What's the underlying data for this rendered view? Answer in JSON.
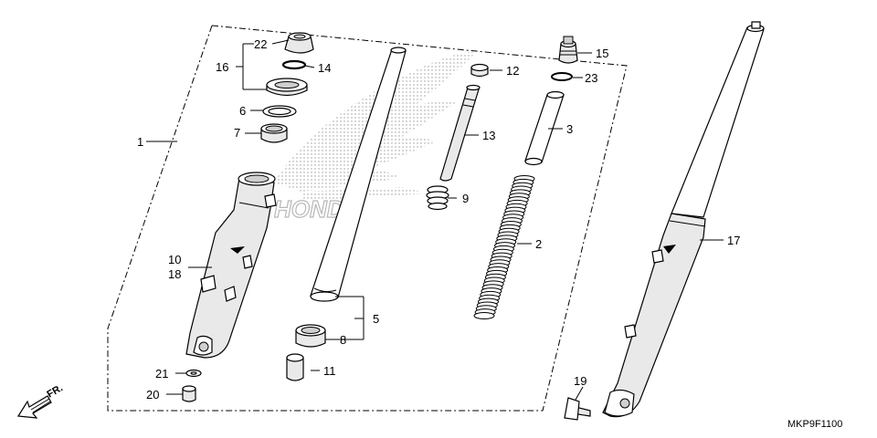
{
  "labels": {
    "p1": "1",
    "p2": "2",
    "p3": "3",
    "p5": "5",
    "p6": "6",
    "p7": "7",
    "p8": "8",
    "p9": "9",
    "p10": "10",
    "p11": "11",
    "p12": "12",
    "p13": "13",
    "p14": "14",
    "p15": "15",
    "p16": "16",
    "p17": "17",
    "p18": "18",
    "p19": "19",
    "p20": "20",
    "p21": "21",
    "p22": "22",
    "p23": "23"
  },
  "direction_label": "FR.",
  "watermark": "HONDA",
  "diagram_code": "MKP9F1100",
  "colors": {
    "line": "#000000",
    "watermark": "#b8b8b8",
    "part_fill": "#e9e9e9"
  }
}
